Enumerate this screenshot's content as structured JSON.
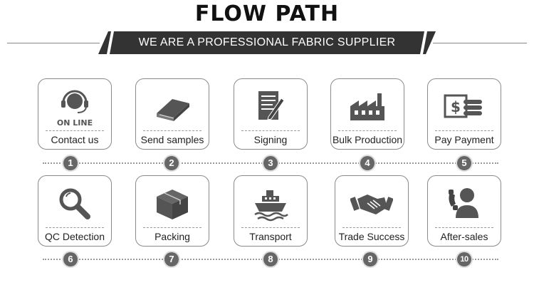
{
  "header": {
    "title": "FLOW PATH",
    "subtitle": "WE ARE A PROFESSIONAL FABRIC SUPPLIER"
  },
  "steps": [
    {
      "number": "1",
      "label": "Contact us",
      "icon": "headset-icon",
      "icon_text": "ON LINE"
    },
    {
      "number": "2",
      "label": "Send samples",
      "icon": "fabric-roll-icon"
    },
    {
      "number": "3",
      "label": "Signing",
      "icon": "contract-pen-icon"
    },
    {
      "number": "4",
      "label": "Bulk Production",
      "icon": "factory-icon"
    },
    {
      "number": "5",
      "label": "Pay Payment",
      "icon": "payment-icon"
    },
    {
      "number": "6",
      "label": "QC Detection",
      "icon": "magnifier-icon"
    },
    {
      "number": "7",
      "label": "Packing",
      "icon": "box-icon"
    },
    {
      "number": "8",
      "label": "Transport",
      "icon": "ship-icon"
    },
    {
      "number": "9",
      "label": "Trade Success",
      "icon": "handshake-icon"
    },
    {
      "number": "10",
      "label": "After-sales",
      "icon": "support-person-icon"
    }
  ],
  "colors": {
    "icon": "#555555",
    "banner": "#333333",
    "badge": "#666666"
  }
}
